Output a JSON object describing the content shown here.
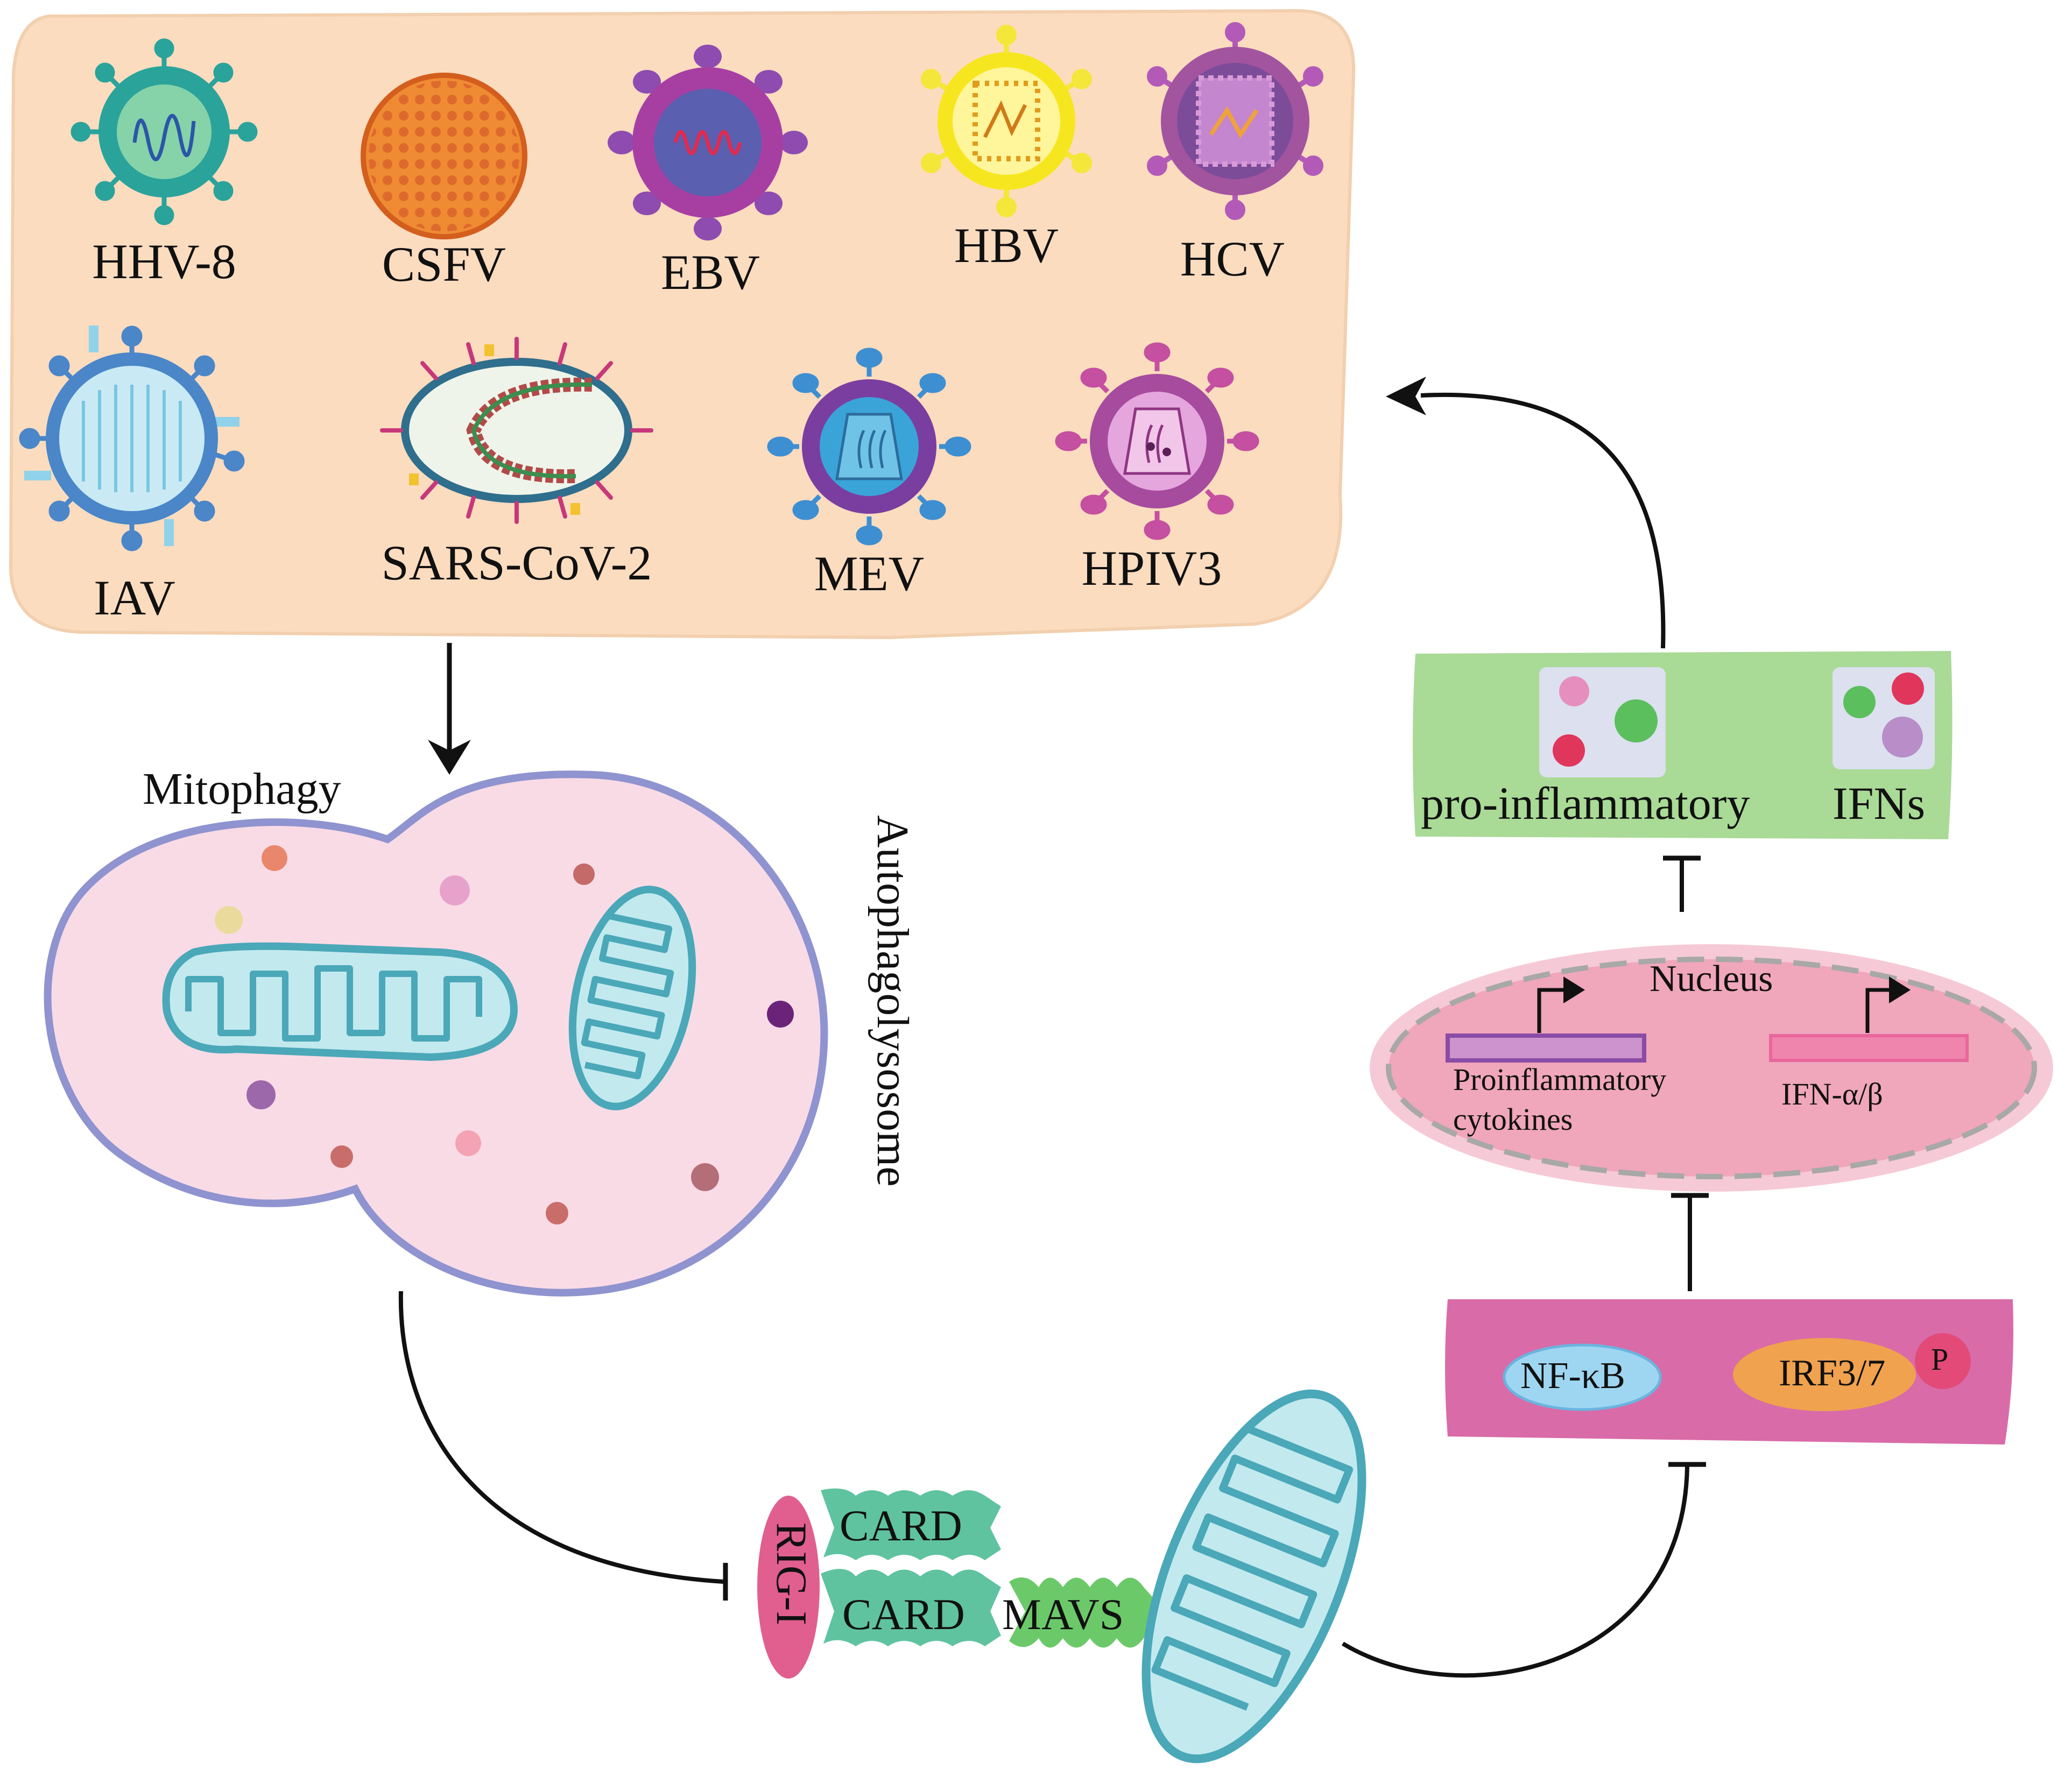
{
  "viruses": {
    "hhv8": "HHV-8",
    "csfv": "CSFV",
    "ebv": "EBV",
    "hbv": "HBV",
    "hcv": "HCV",
    "iav": "IAV",
    "sars": "SARS-CoV-2",
    "mev": "MEV",
    "hpiv3": "HPIV3"
  },
  "labels": {
    "mitophagy": "Mitophagy",
    "autophagolysosome": "Autophagolysosome",
    "nucleus": "Nucleus",
    "proinflammatory_cytokines_1": "Proinflammatory",
    "proinflammatory_cytokines_2": "cytokines",
    "ifn_ab": "IFN-α/β",
    "pro_inflammatory": "pro-inflammatory",
    "ifns": "IFNs",
    "nfkb": "NF-κB",
    "irf37": "IRF3/7",
    "p": "P",
    "rig_i": "RIG-I",
    "card1": "CARD",
    "card2": "CARD",
    "mavs": "MAVS"
  },
  "colors": {
    "virus_panel": "#fbdcbf",
    "autophagolysosome_fill": "#f9dbe6",
    "autophagolysosome_border": "#8f93cf",
    "output_box": "#a9da96",
    "nucleus_fill": "#f0a6bb",
    "tf_box": "#d96ba8",
    "nfkb": "#9ed6f1",
    "irf": "#f0a24e",
    "rig_i": "#e05f8f",
    "card": "#5fc3a0",
    "mavs": "#6cc96a",
    "mitochondrion": "#5cb8c5"
  }
}
